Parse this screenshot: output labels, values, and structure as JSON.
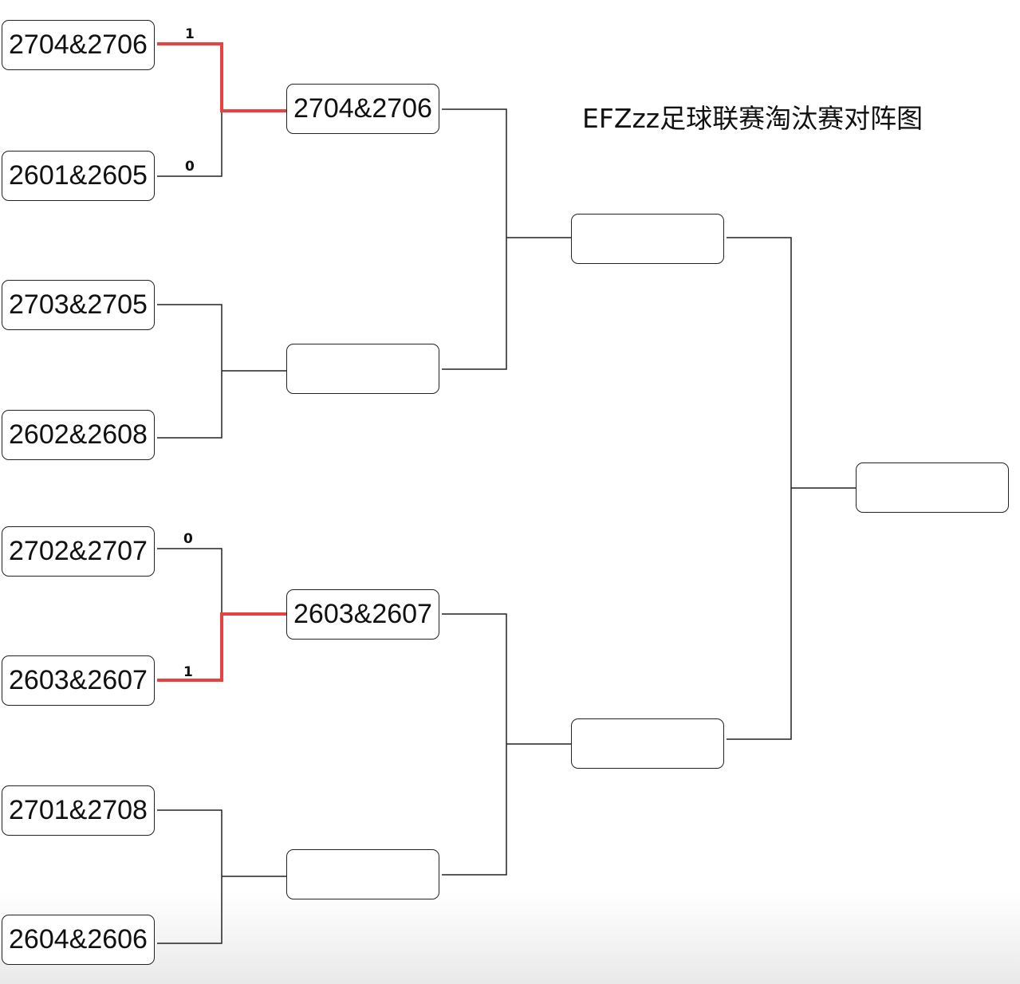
{
  "title": "EFZzz足球联赛淘汰赛对阵图",
  "colors": {
    "winner_path": "#e8413f",
    "line": "#222222"
  },
  "round1": [
    {
      "team": "2704&2706",
      "score": "1"
    },
    {
      "team": "2601&2605",
      "score": "0"
    },
    {
      "team": "2703&2705",
      "score": ""
    },
    {
      "team": "2602&2608",
      "score": ""
    },
    {
      "team": "2702&2707",
      "score": "0"
    },
    {
      "team": "2603&2607",
      "score": "1"
    },
    {
      "team": "2701&2708",
      "score": ""
    },
    {
      "team": "2604&2606",
      "score": ""
    }
  ],
  "round2": [
    {
      "team": "2704&2706"
    },
    {
      "team": ""
    },
    {
      "team": "2603&2607"
    },
    {
      "team": ""
    }
  ],
  "round3": [
    {
      "team": ""
    },
    {
      "team": ""
    }
  ],
  "final": [
    {
      "team": ""
    }
  ]
}
